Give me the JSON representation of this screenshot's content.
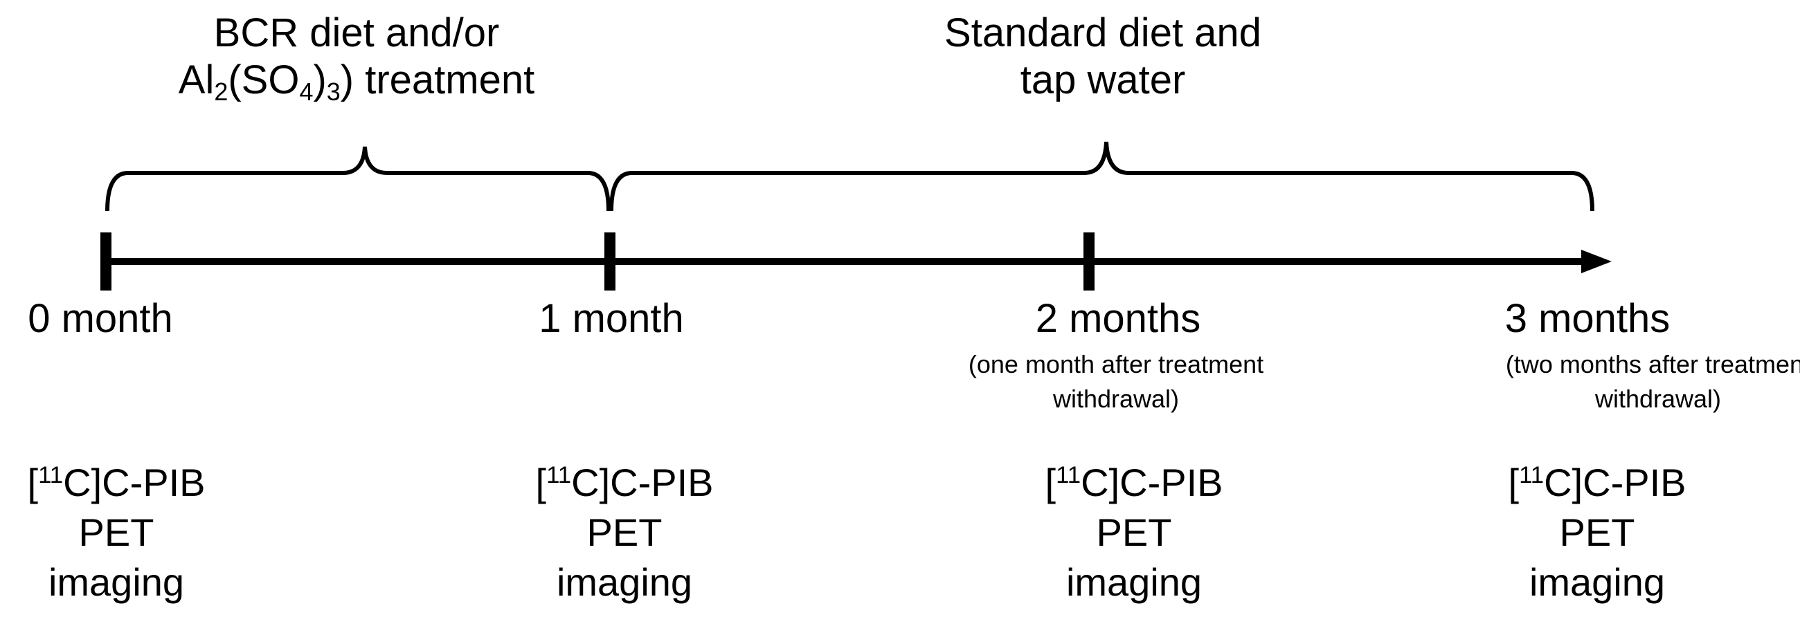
{
  "phases": [
    {
      "line1": "BCR diet and/or",
      "line2_prefix": "Al",
      "line2_sub1": "2",
      "line2_mid": "(SO",
      "line2_sub2": "4",
      "line2_close": ")",
      "line2_sub3": "3",
      "line2_suffix": ") treatment"
    },
    {
      "line1": "Standard diet and",
      "line2": "tap water"
    }
  ],
  "timepoints": [
    {
      "label": "0 month",
      "note1": "",
      "note2": ""
    },
    {
      "label": "1 month",
      "note1": "",
      "note2": ""
    },
    {
      "label": "2 months",
      "note1": "(one month after treatment",
      "note2": "withdrawal)"
    },
    {
      "label": "3 months",
      "note1": "(two months after treatment",
      "note2": "withdrawal)"
    }
  ],
  "imaging": {
    "bracket_open": "[",
    "isotope_mass": "11",
    "isotope_rest": "C]C-PIB",
    "line2": "PET",
    "line3": "imaging"
  },
  "colors": {
    "ink": "#000000",
    "background": "#ffffff"
  }
}
